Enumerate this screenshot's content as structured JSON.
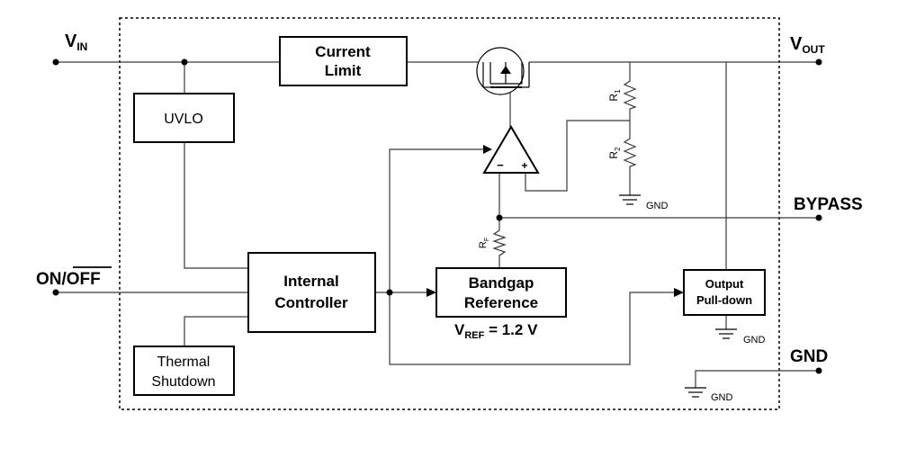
{
  "pins": {
    "vin": {
      "main": "V",
      "sub": "IN"
    },
    "vout": {
      "main": "V",
      "sub": "OUT"
    },
    "bypass": "BYPASS",
    "on_off": {
      "on": "ON/",
      "off": "OFF"
    },
    "gnd": "GND"
  },
  "blocks": {
    "current_limit": [
      "Current",
      "Limit"
    ],
    "uvlo": "UVLO",
    "internal_controller": [
      "Internal",
      "Controller"
    ],
    "thermal_shutdown": [
      "Thermal",
      "Shutdown"
    ],
    "bandgap_reference": [
      "Bandgap",
      "Reference"
    ],
    "output_pulldown": [
      "Output",
      "Pull-down"
    ]
  },
  "vref": {
    "main": "V",
    "sub": "REF",
    "value": " = 1.2 V"
  },
  "resistors": {
    "r1": {
      "main": "R",
      "sub": "1"
    },
    "r2": {
      "main": "R",
      "sub": "2"
    },
    "rf": {
      "main": "R",
      "sub": "F"
    }
  },
  "gnd_label": "GND",
  "amp": {
    "minus": "−",
    "plus": "+"
  }
}
